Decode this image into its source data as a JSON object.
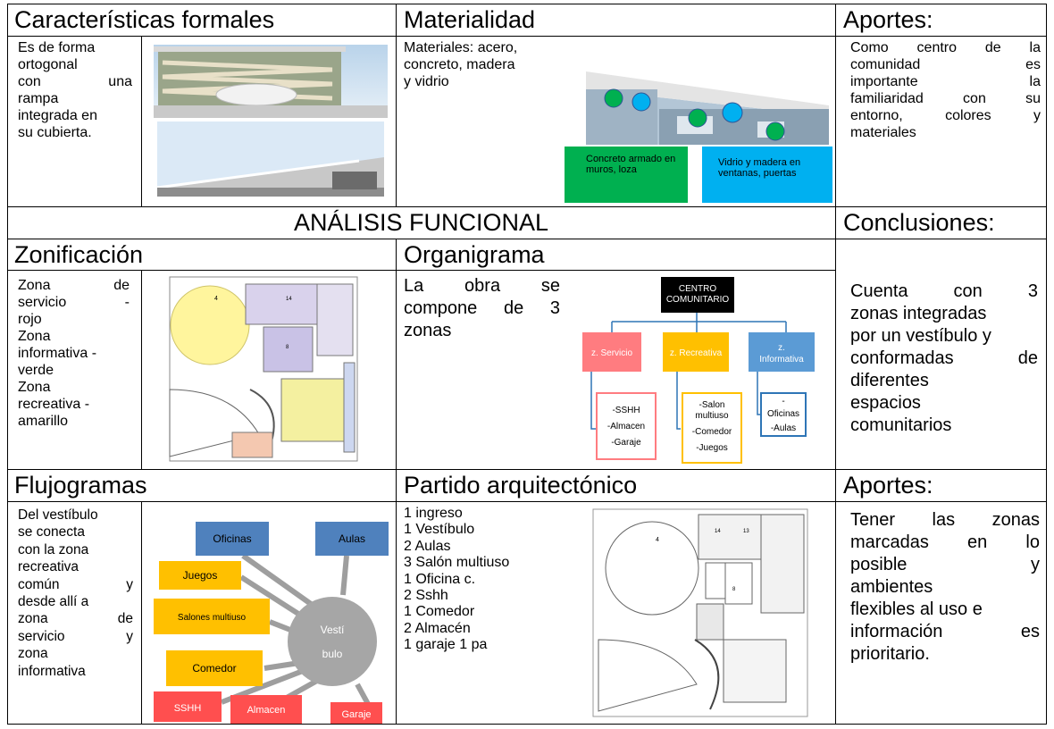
{
  "row1": {
    "h_caracteristicas": "Características formales",
    "h_materialidad": "Materialidad",
    "h_aportes": "Aportes:",
    "caracteristicas_text": [
      "Es de forma",
      "ortogonal",
      "con una",
      "rampa",
      "integrada en",
      "su cubierta."
    ],
    "materialidad_text": [
      "Materiales: acero,",
      "concreto, madera",
      "y vidrio"
    ],
    "legend_green": "Concreto armado en muros, loza",
    "legend_blue": "Vidrio y madera en ventanas, puertas",
    "aportes_text": [
      "Como centro de la",
      "comunidad es",
      "importante la",
      "familiaridad con su",
      "entorno, colores y",
      "materiales"
    ]
  },
  "row2": {
    "h_analisis": "ANÁLISIS FUNCIONAL",
    "h_conclusiones": "Conclusiones:"
  },
  "row3": {
    "h_zonificacion": "Zonificación",
    "h_organigrama": "Organigrama",
    "zonificacion_text": [
      "Zona de",
      "servicio -",
      "rojo",
      "Zona",
      "informativa -",
      "verde",
      "Zona",
      "recreativa -",
      "amarillo"
    ],
    "organigrama_text": [
      "La obra se",
      "compone de 3",
      "zonas"
    ],
    "conclusiones_text": [
      "Cuenta con 3",
      "zonas integradas",
      "por un vestíbulo y",
      "conformadas de",
      "diferentes",
      "espacios",
      "comunitarios"
    ],
    "org": {
      "root": [
        "CENTRO",
        "COMUNITARIO"
      ],
      "servicio": "z. Servicio",
      "recreativa": "z. Recreativa",
      "informativa": [
        "z.",
        "Informativa"
      ],
      "servicio_items": [
        "-SSHH",
        "-Almacen",
        "-Garaje"
      ],
      "recreativa_items": [
        "-Salon",
        "multiuso",
        "-Comedor",
        "-Juegos"
      ],
      "informativa_items": [
        "-",
        "Oficinas",
        "-Aulas"
      ]
    }
  },
  "row4": {
    "h_flujogramas": "Flujogramas",
    "h_partido": "Partido arquitectónico",
    "h_aportes": "Aportes:",
    "flujogramas_text": [
      "Del vestíbulo",
      "se conecta",
      "con la zona",
      "recreativa",
      "común y",
      "desde allí a",
      "zona de",
      "servicio y",
      "zona",
      "informativa"
    ],
    "partido_list": [
      "1 ingreso",
      "1 Vestíbulo",
      "2 Aulas",
      "3 Salón multiuso",
      "1 Oficina c.",
      "2 Sshh",
      "1 Comedor",
      "2 Almacén",
      "1 garaje 1 pa"
    ],
    "aportes_text": [
      "Tener las zonas",
      "marcadas en lo",
      "posible y",
      "ambientes",
      "flexibles al uso e",
      "información es",
      "prioritario."
    ],
    "flow": {
      "oficinas": "Oficinas",
      "aulas": "Aulas",
      "juegos": "Juegos",
      "salones": "Salones multiuso",
      "comedor": "Comedor",
      "sshh": "SSHH",
      "almacen": "Almacen",
      "garaje": "Garaje",
      "vestibulo": [
        "Vestí",
        "bulo"
      ]
    }
  },
  "colors": {
    "green": "#00b050",
    "blue": "#00b0f0",
    "org_red": "#ff7c80",
    "org_yellow": "#ffc000",
    "org_blue": "#5b9bd5",
    "flow_blue": "#4f81bd",
    "flow_yellow": "#ffc000",
    "flow_red": "#ff4f4f",
    "circle_gray": "#a6a6a6"
  }
}
